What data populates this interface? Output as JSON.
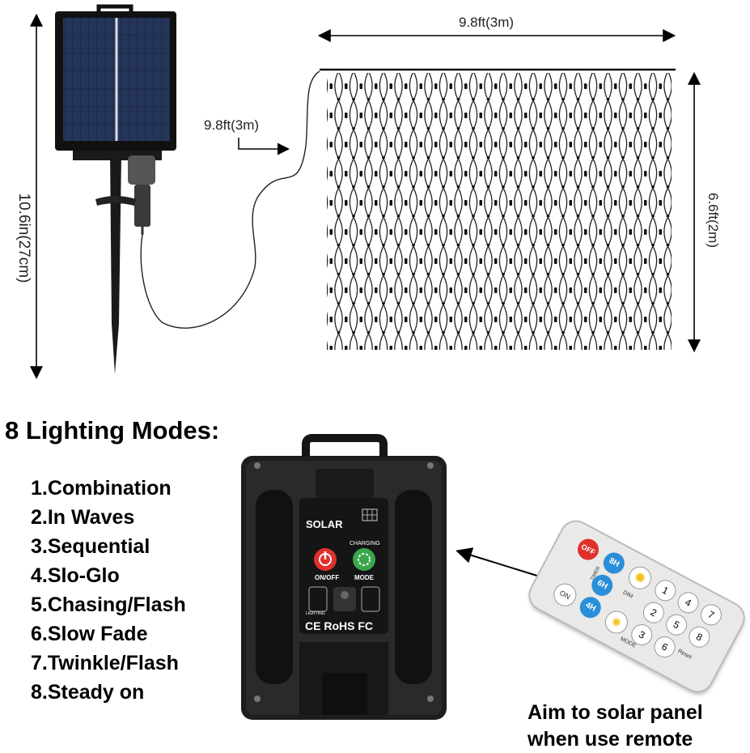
{
  "dimensions": {
    "panel_height": "10.6in(27cm)",
    "lead_wire": "9.8ft(3m)",
    "net_width": "9.8ft(3m)",
    "net_height": "6.6ft(2m)"
  },
  "modes": {
    "heading": "8 Lighting Modes:",
    "items": [
      "1.Combination",
      "2.In Waves",
      "3.Sequential",
      "4.Slo-Glo",
      "5.Chasing/Flash",
      "6.Slow Fade",
      "7.Twinkle/Flash",
      "8.Steady on"
    ]
  },
  "controller": {
    "brand": "SOLAR",
    "charging": "CHARGING",
    "onoff": "ON/OFF",
    "mode": "MODE",
    "lighting": "LIGHTING",
    "certs": "CE RoHS FC"
  },
  "remote": {
    "off": "OFF",
    "on": "ON",
    "timer": "TIMER",
    "dim": "DIM",
    "mode": "MODE",
    "h8": "8H",
    "h6": "6H",
    "h4": "4H",
    "reset": "Reset",
    "numbers": [
      "1",
      "2",
      "3",
      "4",
      "5",
      "6",
      "7",
      "8"
    ]
  },
  "caption": {
    "line1": "Aim to solar panel",
    "line2": "when use remote"
  },
  "colors": {
    "power": "#e0302b",
    "mode": "#3aa84a",
    "timer_blue": "#2a8fd8",
    "dim_yellow": "#f1c21b"
  }
}
